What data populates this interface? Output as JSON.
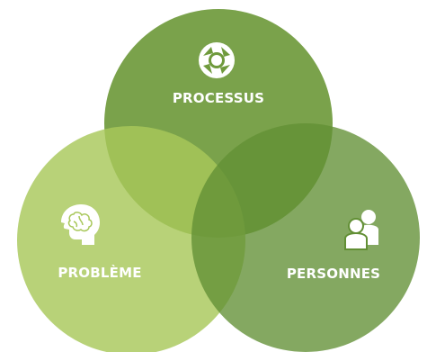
{
  "diagram": {
    "type": "venn",
    "circles": [
      {
        "id": "processus",
        "label": "PROCESSUS",
        "icon": "cycle-arrows-icon",
        "color": "#6f9a3c"
      },
      {
        "id": "probleme",
        "label": "PROBLÈME",
        "icon": "brain-head-icon",
        "color": "#a8c85a"
      },
      {
        "id": "personnes",
        "label": "PERSONNES",
        "icon": "people-icon",
        "color": "#628f35"
      }
    ],
    "colors": {
      "processus": "#6f9a3c",
      "probleme": "#a8c85a",
      "personnes": "#628f35",
      "icon": "#ffffff"
    }
  }
}
